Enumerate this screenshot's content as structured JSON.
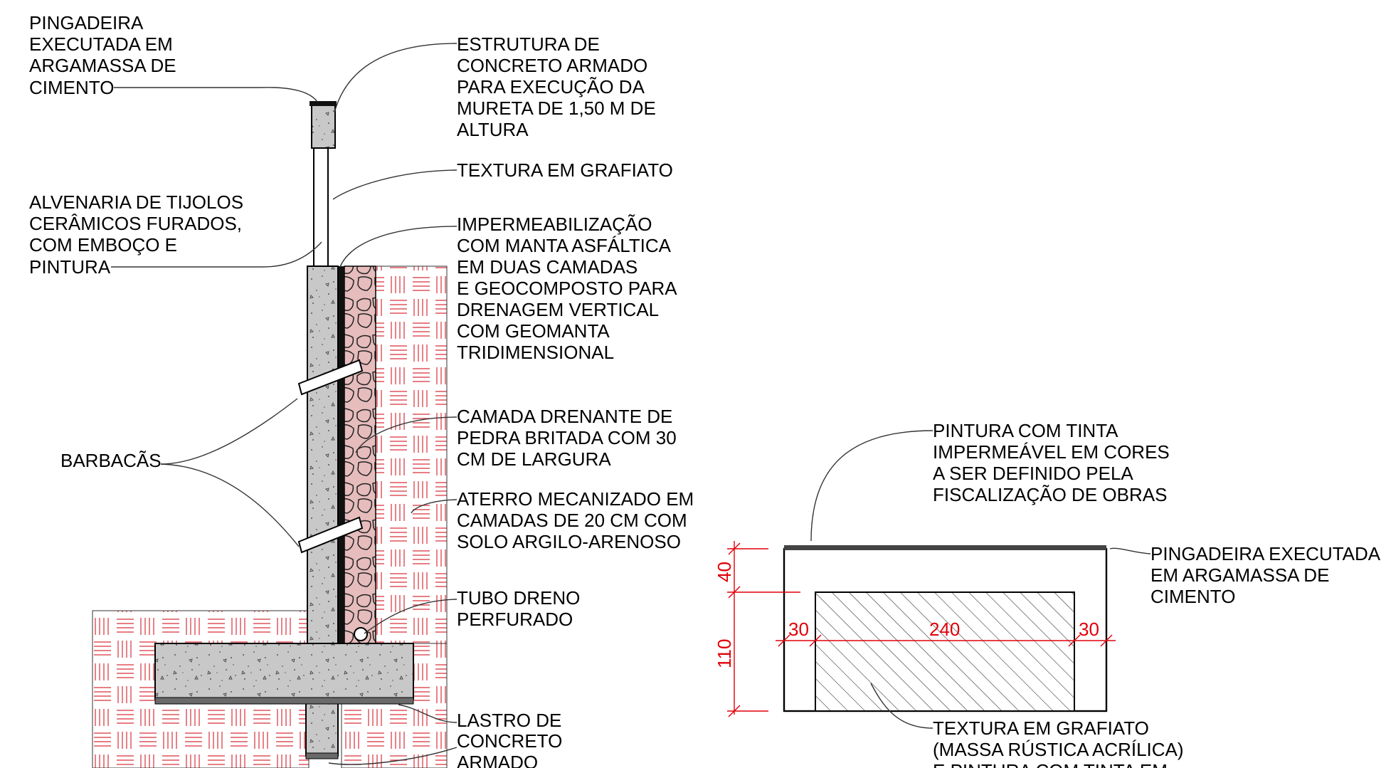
{
  "colors": {
    "dimension": "#e0000a",
    "soil_hatch": "#d9303a",
    "concrete": "#c8c8c8",
    "gravel_fill": "#e6bcbc",
    "line": "#000000"
  },
  "section": {
    "labels": {
      "pingadeira": [
        "PINGADEIRA",
        "EXECUTADA EM",
        "ARGAMASSA DE",
        "CIMENTO"
      ],
      "estrutura": [
        "ESTRUTURA DE",
        "CONCRETO ARMADO",
        "PARA EXECUÇÃO DA",
        "MURETA DE 1,50 M DE",
        "ALTURA"
      ],
      "textura": [
        "TEXTURA EM GRAFIATO"
      ],
      "alvenaria": [
        "ALVENARIA DE TIJOLOS",
        "CERÂMICOS FURADOS,",
        "COM EMBOÇO E",
        "PINTURA"
      ],
      "impermeabilizacao": [
        "IMPERMEABILIZAÇÃO",
        "COM MANTA ASFÁLTICA",
        "EM DUAS CAMADAS",
        "E GEOCOMPOSTO PARA",
        "DRENAGEM VERTICAL",
        "COM GEOMANTA",
        "TRIDIMENSIONAL"
      ],
      "camada_drenante": [
        "CAMADA DRENANTE DE",
        "PEDRA BRITADA COM 30",
        "CM DE LARGURA"
      ],
      "barbacas": [
        "BARBACÃS"
      ],
      "aterro": [
        "ATERRO MECANIZADO EM",
        "CAMADAS DE 20 CM COM",
        "SOLO ARGILO-ARENOSO"
      ],
      "tubo": [
        "TUBO DRENO",
        "PERFURADO"
      ],
      "lastro": [
        "LASTRO DE",
        "CONCRETO",
        "ARMADO"
      ]
    }
  },
  "detail": {
    "labels": {
      "pintura": [
        "PINTURA COM TINTA",
        "IMPERMEÁVEL EM CORES",
        "A SER DEFINIDO PELA",
        "FISCALIZAÇÃO DE OBRAS"
      ],
      "pingadeira": [
        "PINGADEIRA EXECUTADA",
        "EM ARGAMASSA DE",
        "CIMENTO"
      ],
      "textura": [
        "TEXTURA EM GRAFIATO",
        "(MASSA RÚSTICA ACRÍLICA)",
        "E PINTURA COM TINTA EM"
      ]
    },
    "dimensions": {
      "height_top": "40",
      "height_main": "110",
      "width_left": "30",
      "width_center": "240",
      "width_right": "30"
    }
  }
}
